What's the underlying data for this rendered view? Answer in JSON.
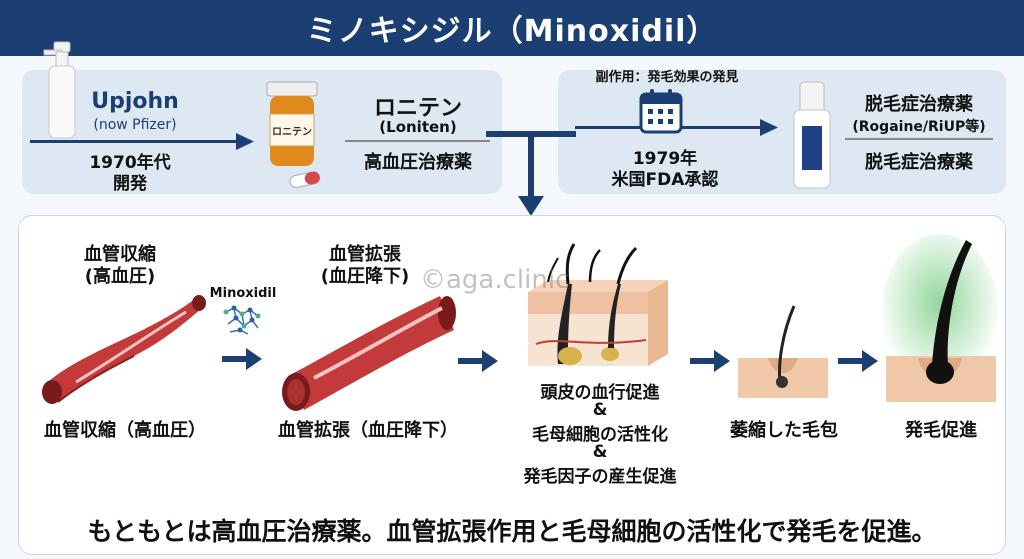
{
  "title": "ミノキシジル（Minoxidil）",
  "top_left": {
    "company": "Upjohn",
    "company_note": "(now Pfizer)",
    "era": "1970年代",
    "era_note": "開発",
    "bottle_label": "ロニテン",
    "drug_name": "ロニテン",
    "drug_name_en": "(Loniten)",
    "drug_use": "高血圧治療薬"
  },
  "top_right": {
    "side_effect": "副作用：発毛効果の発見",
    "year": "1979年",
    "approval": "米国FDA承認",
    "product": "脱毛症治療薬",
    "product_en": "(Rogaine/RiUP等)",
    "product_use": "脱毛症治療薬"
  },
  "process": {
    "constricted_heading": "血管収縮\n(高血圧)",
    "constricted_caption": "血管収縮（高血圧）",
    "molecule_label": "Minoxidil",
    "dilated_heading": "血管拡張\n(血圧降下)",
    "dilated_caption": "血管拡張（血圧降下）",
    "scalp_effects": [
      "頭皮の血行促進",
      "&",
      "毛母細胞の活性化",
      "&",
      "発毛因子の産生促進"
    ],
    "shrunken_follicle": "萎縮した毛包",
    "hair_growth": "発毛促進"
  },
  "watermark": "©aga.clinic",
  "bottom_caption": "もともとは高血圧治療薬。血管拡張作用と毛母細胞の活性化で発毛を促進。",
  "colors": {
    "navy": "#1b3f73",
    "panel": "#dde8f3",
    "vessel_red": "#c23a3a",
    "skin": "#f0c9a8",
    "bottle_orange": "#e08a1e",
    "growth_green": "#7fd08a"
  },
  "icons": [
    "calendar-icon",
    "spray-bottle-icon",
    "pill-bottle-icon",
    "capsule-icon",
    "rogaine-bottle-icon",
    "molecule-icon",
    "arrow-right-icon",
    "hair-follicle-icon"
  ]
}
